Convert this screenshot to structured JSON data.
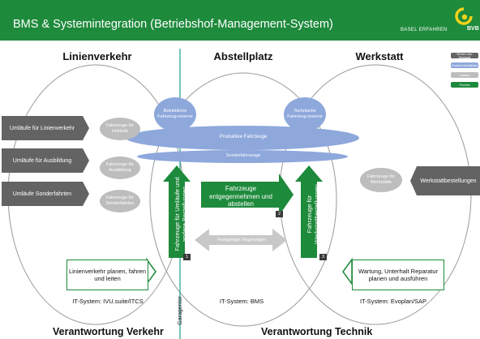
{
  "header": {
    "title": "BMS & Systemintegration (Betriebshof-Management-System)",
    "brand": "BASEL ERFAHREN",
    "logo_text": "BVB"
  },
  "sections": {
    "left": "Linienverkehr",
    "middle": "Abstellplatz",
    "right": "Werkstatt"
  },
  "left_boxes": [
    "Umläufe für Linienverkehr",
    "Umläufe für Ausbildung",
    "Umläufe Sonderfahrten"
  ],
  "grey_bubbles": [
    "Fahrzeuge für Umläufe",
    "Fahrzeuge für Ausbildung",
    "Fahrzeuge für Sonderfahrten",
    "Fahrzeuge für Werkstätte"
  ],
  "blue_bubbles": {
    "left": "Betriebliche Fahrzeug-reserve",
    "right": "Technische Fahrzeug-reserve",
    "band_top": "Produktive Fahrzeuge",
    "band_bottom": "Sonderfahrzeuge"
  },
  "arrows": {
    "left_vertical": "Fahrzeuge für Umläufe und andere Bestellungen bereitstellen",
    "middle": "Fahrzeuge entgegennehmen und abstellen",
    "right_vertical": "Fahrzeuge für Werkstattbestellungen bereitstellen",
    "grey": "Festgelegte Regelungen",
    "numbers": [
      "1",
      "2",
      "3"
    ]
  },
  "right_box": "Werkstattbestellungen",
  "callouts": {
    "left": "Linienverkehr planen, fahren und leiten",
    "right": "Wartung, Unterhalt Reparatur planen und ausführen"
  },
  "it_systems": {
    "left": "IT-System: IVU.suite/ITCS",
    "middle": "IT-System: BMS",
    "right": "IT-System: Evoplan/SAP"
  },
  "divider_label": "Garagentor",
  "footer": {
    "left": "Verantwortung Verkehr",
    "right": "Verantwortung Technik"
  },
  "legend": [
    {
      "label": "Betrieb oder Werkstatt",
      "color": "#636363"
    },
    {
      "label": "Prozess Abstellplatz",
      "color": "#8ea8dc"
    },
    {
      "label": "Zustand",
      "color": "#bdbdbd"
    },
    {
      "label": "Prozess",
      "color": "#1e8a3c"
    }
  ],
  "colors": {
    "brand_green": "#1e8a3c",
    "dark_grey": "#636363",
    "light_grey": "#bdbdbd",
    "blue": "#8ea8dc",
    "divider": "#1aa08f"
  }
}
